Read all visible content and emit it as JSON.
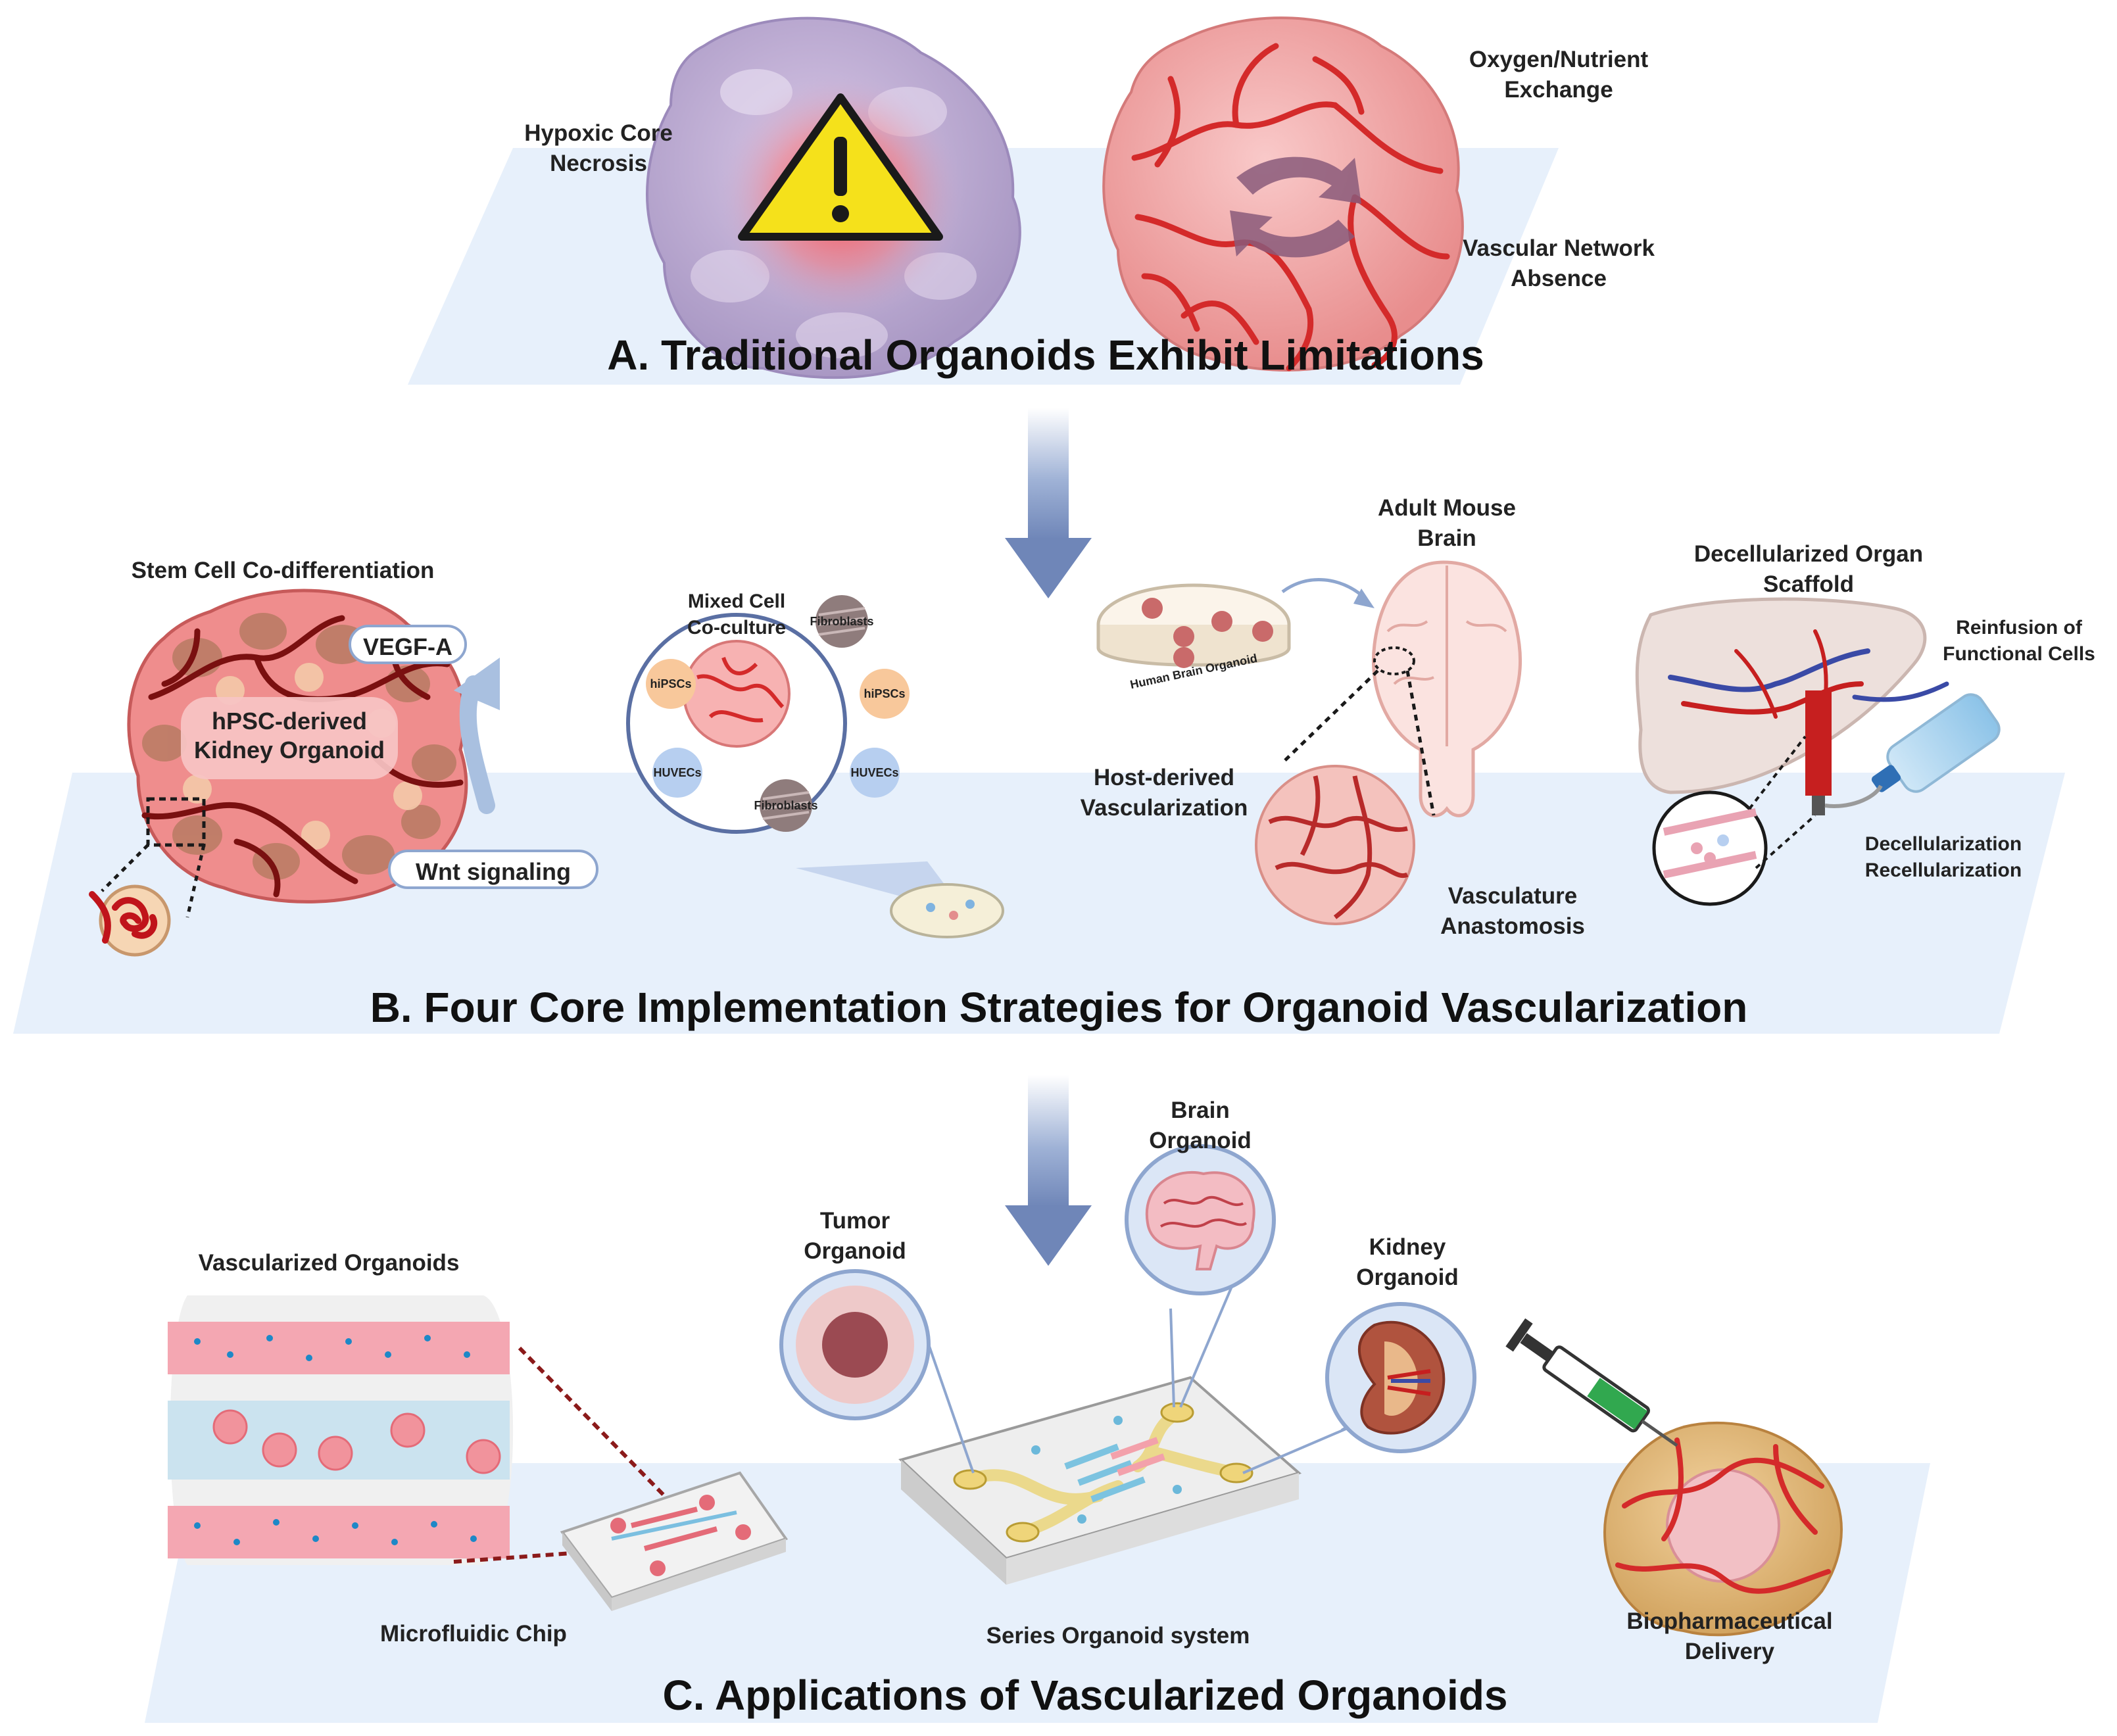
{
  "panelA": {
    "title": "A. Traditional Organoids Exhibit Limitations",
    "hypoxic": [
      "Hypoxic Core",
      "Necrosis"
    ],
    "exchange": [
      "Oxygen/Nutrient",
      "Exchange"
    ],
    "vascular_absence": [
      "Vascular Network",
      "Absence"
    ]
  },
  "panelB": {
    "title": "B. Four Core Implementation Strategies for Organoid Vascularization",
    "stem_cell": "Stem Cell Co-differentiation",
    "vegf": "VEGF-A",
    "kidney": [
      "hPSC-derived",
      "Kidney Organoid"
    ],
    "wnt": "Wnt signaling",
    "mixed": [
      "Mixed Cell",
      "Co-culture"
    ],
    "cells": {
      "fibro": "Fibroblasts",
      "hipsc": "hiPSCs",
      "huvec": "HUVECs"
    },
    "mouse_brain": [
      "Adult Mouse",
      "Brain"
    ],
    "dish_label": "Human Brain Organoid",
    "host": [
      "Host-derived",
      "Vascularization"
    ],
    "anastomosis": [
      "Vasculature",
      "Anastomosis"
    ],
    "decell": [
      "Decellularized Organ",
      "Scaffold"
    ],
    "reinfusion": [
      "Reinfusion of",
      "Functional Cells"
    ],
    "decell_recell": [
      "Decellularization",
      "Recellularization"
    ]
  },
  "panelC": {
    "title": "C. Applications of Vascularized Organoids",
    "vasc_org": "Vascularized Organoids",
    "microfluidic": "Microfluidic Chip",
    "tumor": [
      "Tumor",
      "Organoid"
    ],
    "brain": [
      "Brain",
      "Organoid"
    ],
    "kidney": [
      "Kidney",
      "Organoid"
    ],
    "series": "Series Organoid system",
    "biopharma": [
      "Biopharmaceutical",
      "Delivery"
    ]
  },
  "colors": {
    "platform": "#e7f0fb",
    "arrow": "#7d93c0",
    "vessel": "#d42a2a",
    "organoid": "#f2a6a6"
  }
}
